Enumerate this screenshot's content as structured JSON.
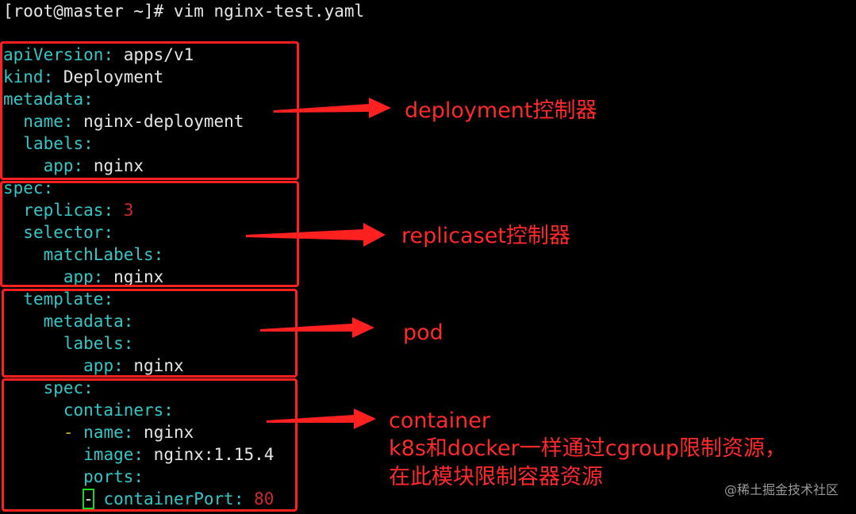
{
  "terminal": {
    "command_line": "[root@master ~]# vim nginx-test.yaml",
    "yaml": {
      "apiVersion": {
        "key": "apiVersion",
        "value": "apps/v1"
      },
      "kind": {
        "key": "kind",
        "value": "Deployment"
      },
      "metadata": {
        "key": "metadata"
      },
      "metadata_name": {
        "key": "name",
        "value": "nginx-deployment"
      },
      "metadata_labels": {
        "key": "labels"
      },
      "metadata_labels_app": {
        "key": "app",
        "value": "nginx"
      },
      "spec": {
        "key": "spec"
      },
      "replicas": {
        "key": "replicas",
        "value": "3"
      },
      "selector": {
        "key": "selector"
      },
      "matchLabels": {
        "key": "matchLabels"
      },
      "matchLabels_app": {
        "key": "app",
        "value": "nginx"
      },
      "template": {
        "key": "template"
      },
      "template_metadata": {
        "key": "metadata"
      },
      "template_labels": {
        "key": "labels"
      },
      "template_labels_app": {
        "key": "app",
        "value": "nginx"
      },
      "pod_spec": {
        "key": "spec"
      },
      "containers": {
        "key": "containers"
      },
      "container_name": {
        "dash": "-",
        "key": "name",
        "value": "nginx"
      },
      "container_image": {
        "key": "image",
        "value": "nginx:1.15.4"
      },
      "ports": {
        "key": "ports"
      },
      "containerPort": {
        "dash": "-",
        "key": "containerPort",
        "value": "80"
      }
    }
  },
  "annotations": {
    "deployment": "deployment控制器",
    "replicaset": "replicaset控制器",
    "pod": "pod",
    "container_title": "container",
    "container_note1": "k8s和docker一样通过cgroup限制资源，",
    "container_note2": "在此模块限制容器资源"
  },
  "watermark": "@稀土掘金技术社区",
  "colors": {
    "background": "#000000",
    "yaml_key": "#35c6c8",
    "yaml_value": "#e6e6e6",
    "number": "#d12a2a",
    "annotation": "#ff2a2a",
    "cursor": "#19d919"
  }
}
